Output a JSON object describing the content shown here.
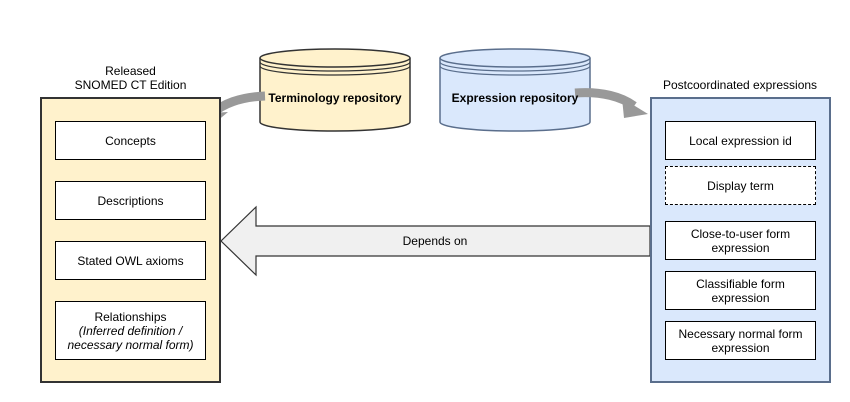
{
  "left_panel": {
    "caption_line1": "Released",
    "caption_line2": "SNOMED CT Edition",
    "items": [
      {
        "label": "Concepts"
      },
      {
        "label": "Descriptions"
      },
      {
        "label": "Stated OWL axioms"
      },
      {
        "label": "Relationships",
        "sub1": "(Inferred definition /",
        "sub2": "necessary normal form)"
      }
    ]
  },
  "right_panel": {
    "caption": "Postcoordinated expressions",
    "items": [
      {
        "line1": "Local expression id"
      },
      {
        "line1": "Display term"
      },
      {
        "line1": "Close-to-user form",
        "line2": "expression"
      },
      {
        "line1": "Classifiable form",
        "line2": "expression"
      },
      {
        "line1": "Necessary normal form",
        "line2": "expression"
      }
    ]
  },
  "repositories": {
    "terminology": "Terminology repository",
    "expression": "Expression repository"
  },
  "dependency": {
    "label": "Depends on"
  },
  "colors": {
    "terminology_fill": "#fff2cc",
    "expression_fill": "#dae8fc",
    "arrow_fill": "#f0f0f0",
    "curved_arrow": "#999999"
  }
}
